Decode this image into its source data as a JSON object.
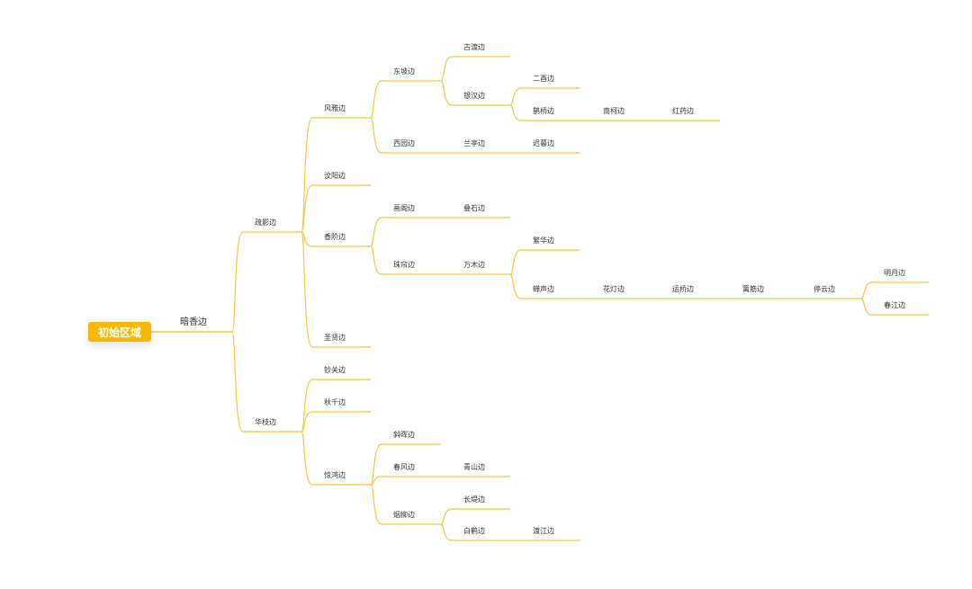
{
  "colors": {
    "accent": "#f9b800",
    "link": "#f5c842"
  },
  "root": {
    "id": "root",
    "label": "初始区域",
    "children": [
      {
        "id": "anxiang",
        "label": "暗香边",
        "children": [
          {
            "id": "shuying",
            "label": "疏影边",
            "children": [
              {
                "id": "fengya",
                "label": "风雅边",
                "children": [
                  {
                    "id": "dongpo",
                    "label": "东坡边",
                    "children": [
                      {
                        "id": "gudu",
                        "label": "古渡边",
                        "children": []
                      },
                      {
                        "id": "yinhan",
                        "label": "银汉边",
                        "children": [
                          {
                            "id": "eryou",
                            "label": "二酉边",
                            "children": []
                          },
                          {
                            "id": "queqiao",
                            "label": "鹊桥边",
                            "children": [
                              {
                                "id": "nanke",
                                "label": "南柯边",
                                "children": [
                                  {
                                    "id": "hongyao",
                                    "label": "红药边",
                                    "children": []
                                  }
                                ]
                              }
                            ]
                          }
                        ]
                      }
                    ]
                  },
                  {
                    "id": "xiyuan",
                    "label": "西园边",
                    "children": [
                      {
                        "id": "lanting",
                        "label": "兰亭边",
                        "children": [
                          {
                            "id": "chimu",
                            "label": "迟暮边",
                            "children": []
                          }
                        ]
                      }
                    ]
                  }
                ]
              },
              {
                "id": "wenyang",
                "label": "汶阳边",
                "children": []
              },
              {
                "id": "xiangjie",
                "label": "香阶边",
                "children": [
                  {
                    "id": "huage",
                    "label": "画阁边",
                    "children": [
                      {
                        "id": "dieshi",
                        "label": "叠石边",
                        "children": []
                      }
                    ]
                  },
                  {
                    "id": "zhulian",
                    "label": "珠帘边",
                    "children": [
                      {
                        "id": "wanmu",
                        "label": "万木边",
                        "children": [
                          {
                            "id": "fanhua",
                            "label": "繁华边",
                            "children": []
                          },
                          {
                            "id": "chansheng",
                            "label": "蝉声边",
                            "children": [
                              {
                                "id": "huadeng",
                                "label": "花灯边",
                                "children": [
                                  {
                                    "id": "yunqiao",
                                    "label": "运桥边",
                                    "children": [
                                      {
                                        "id": "lijin",
                                        "label": "篱筋边",
                                        "children": [
                                          {
                                            "id": "tingyun",
                                            "label": "停云边",
                                            "children": [
                                              {
                                                "id": "mingyue",
                                                "label": "明月边",
                                                "children": []
                                              },
                                              {
                                                "id": "chunjiang",
                                                "label": "春江边",
                                                "children": []
                                              }
                                            ]
                                          }
                                        ]
                                      }
                                    ]
                                  }
                                ]
                              }
                            ]
                          }
                        ]
                      }
                    ]
                  }
                ]
              },
              {
                "id": "shengxian",
                "label": "圣贤边",
                "children": []
              }
            ]
          },
          {
            "id": "huazhi",
            "label": "华枝边",
            "children": [
              {
                "id": "chaoguan",
                "label": "钞关边",
                "children": []
              },
              {
                "id": "qiuqian",
                "label": "秋千边",
                "children": []
              },
              {
                "id": "jinghong",
                "label": "惊鸿边",
                "children": [
                  {
                    "id": "xiehui",
                    "label": "斜晖边",
                    "children": []
                  },
                  {
                    "id": "chunfeng",
                    "label": "春风边",
                    "children": [
                      {
                        "id": "qingshan",
                        "label": "青山边",
                        "children": []
                      }
                    ]
                  },
                  {
                    "id": "yanliu",
                    "label": "烟柳边",
                    "children": [
                      {
                        "id": "changdi",
                        "label": "长堤边",
                        "children": []
                      },
                      {
                        "id": "baihe",
                        "label": "白鹤边",
                        "children": [
                          {
                            "id": "dujiang",
                            "label": "渡江边",
                            "children": []
                          }
                        ]
                      }
                    ]
                  }
                ]
              }
            ]
          }
        ]
      }
    ]
  }
}
